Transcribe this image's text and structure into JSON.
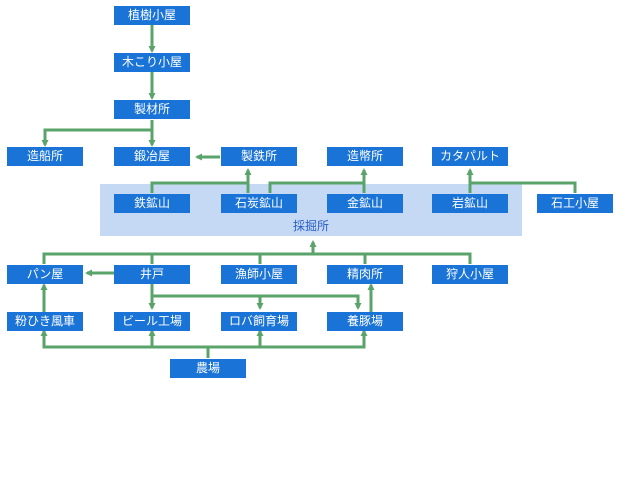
{
  "diagram": {
    "group_label": "採掘所",
    "nodes": {
      "shokuju": "植樹小屋",
      "kikori": "木こり小屋",
      "seizai": "製材所",
      "zousen": "造船所",
      "tanya": "鍛冶屋",
      "seitetsu": "製鉄所",
      "zouhei": "造幣所",
      "catapult": "カタパルト",
      "tekkouzan": "鉄鉱山",
      "sekitan": "石炭鉱山",
      "kinkouzan": "金鉱山",
      "ganko": "岩鉱山",
      "sekkou": "石工小屋",
      "panya": "パン屋",
      "ido": "井戸",
      "ryoushi": "漁師小屋",
      "seiniku": "精肉所",
      "kariudo": "狩人小屋",
      "funhiki": "粉ひき風車",
      "beer": "ビール工場",
      "roba": "ロバ飼育場",
      "youton": "養豚場",
      "noujou": "農場"
    },
    "colors": {
      "node_fill": "#1a73d6",
      "node_text": "#ffffff",
      "edge": "#5aa36a",
      "group_fill": "#c5d9f4",
      "group_text": "#2a5fc7"
    }
  }
}
